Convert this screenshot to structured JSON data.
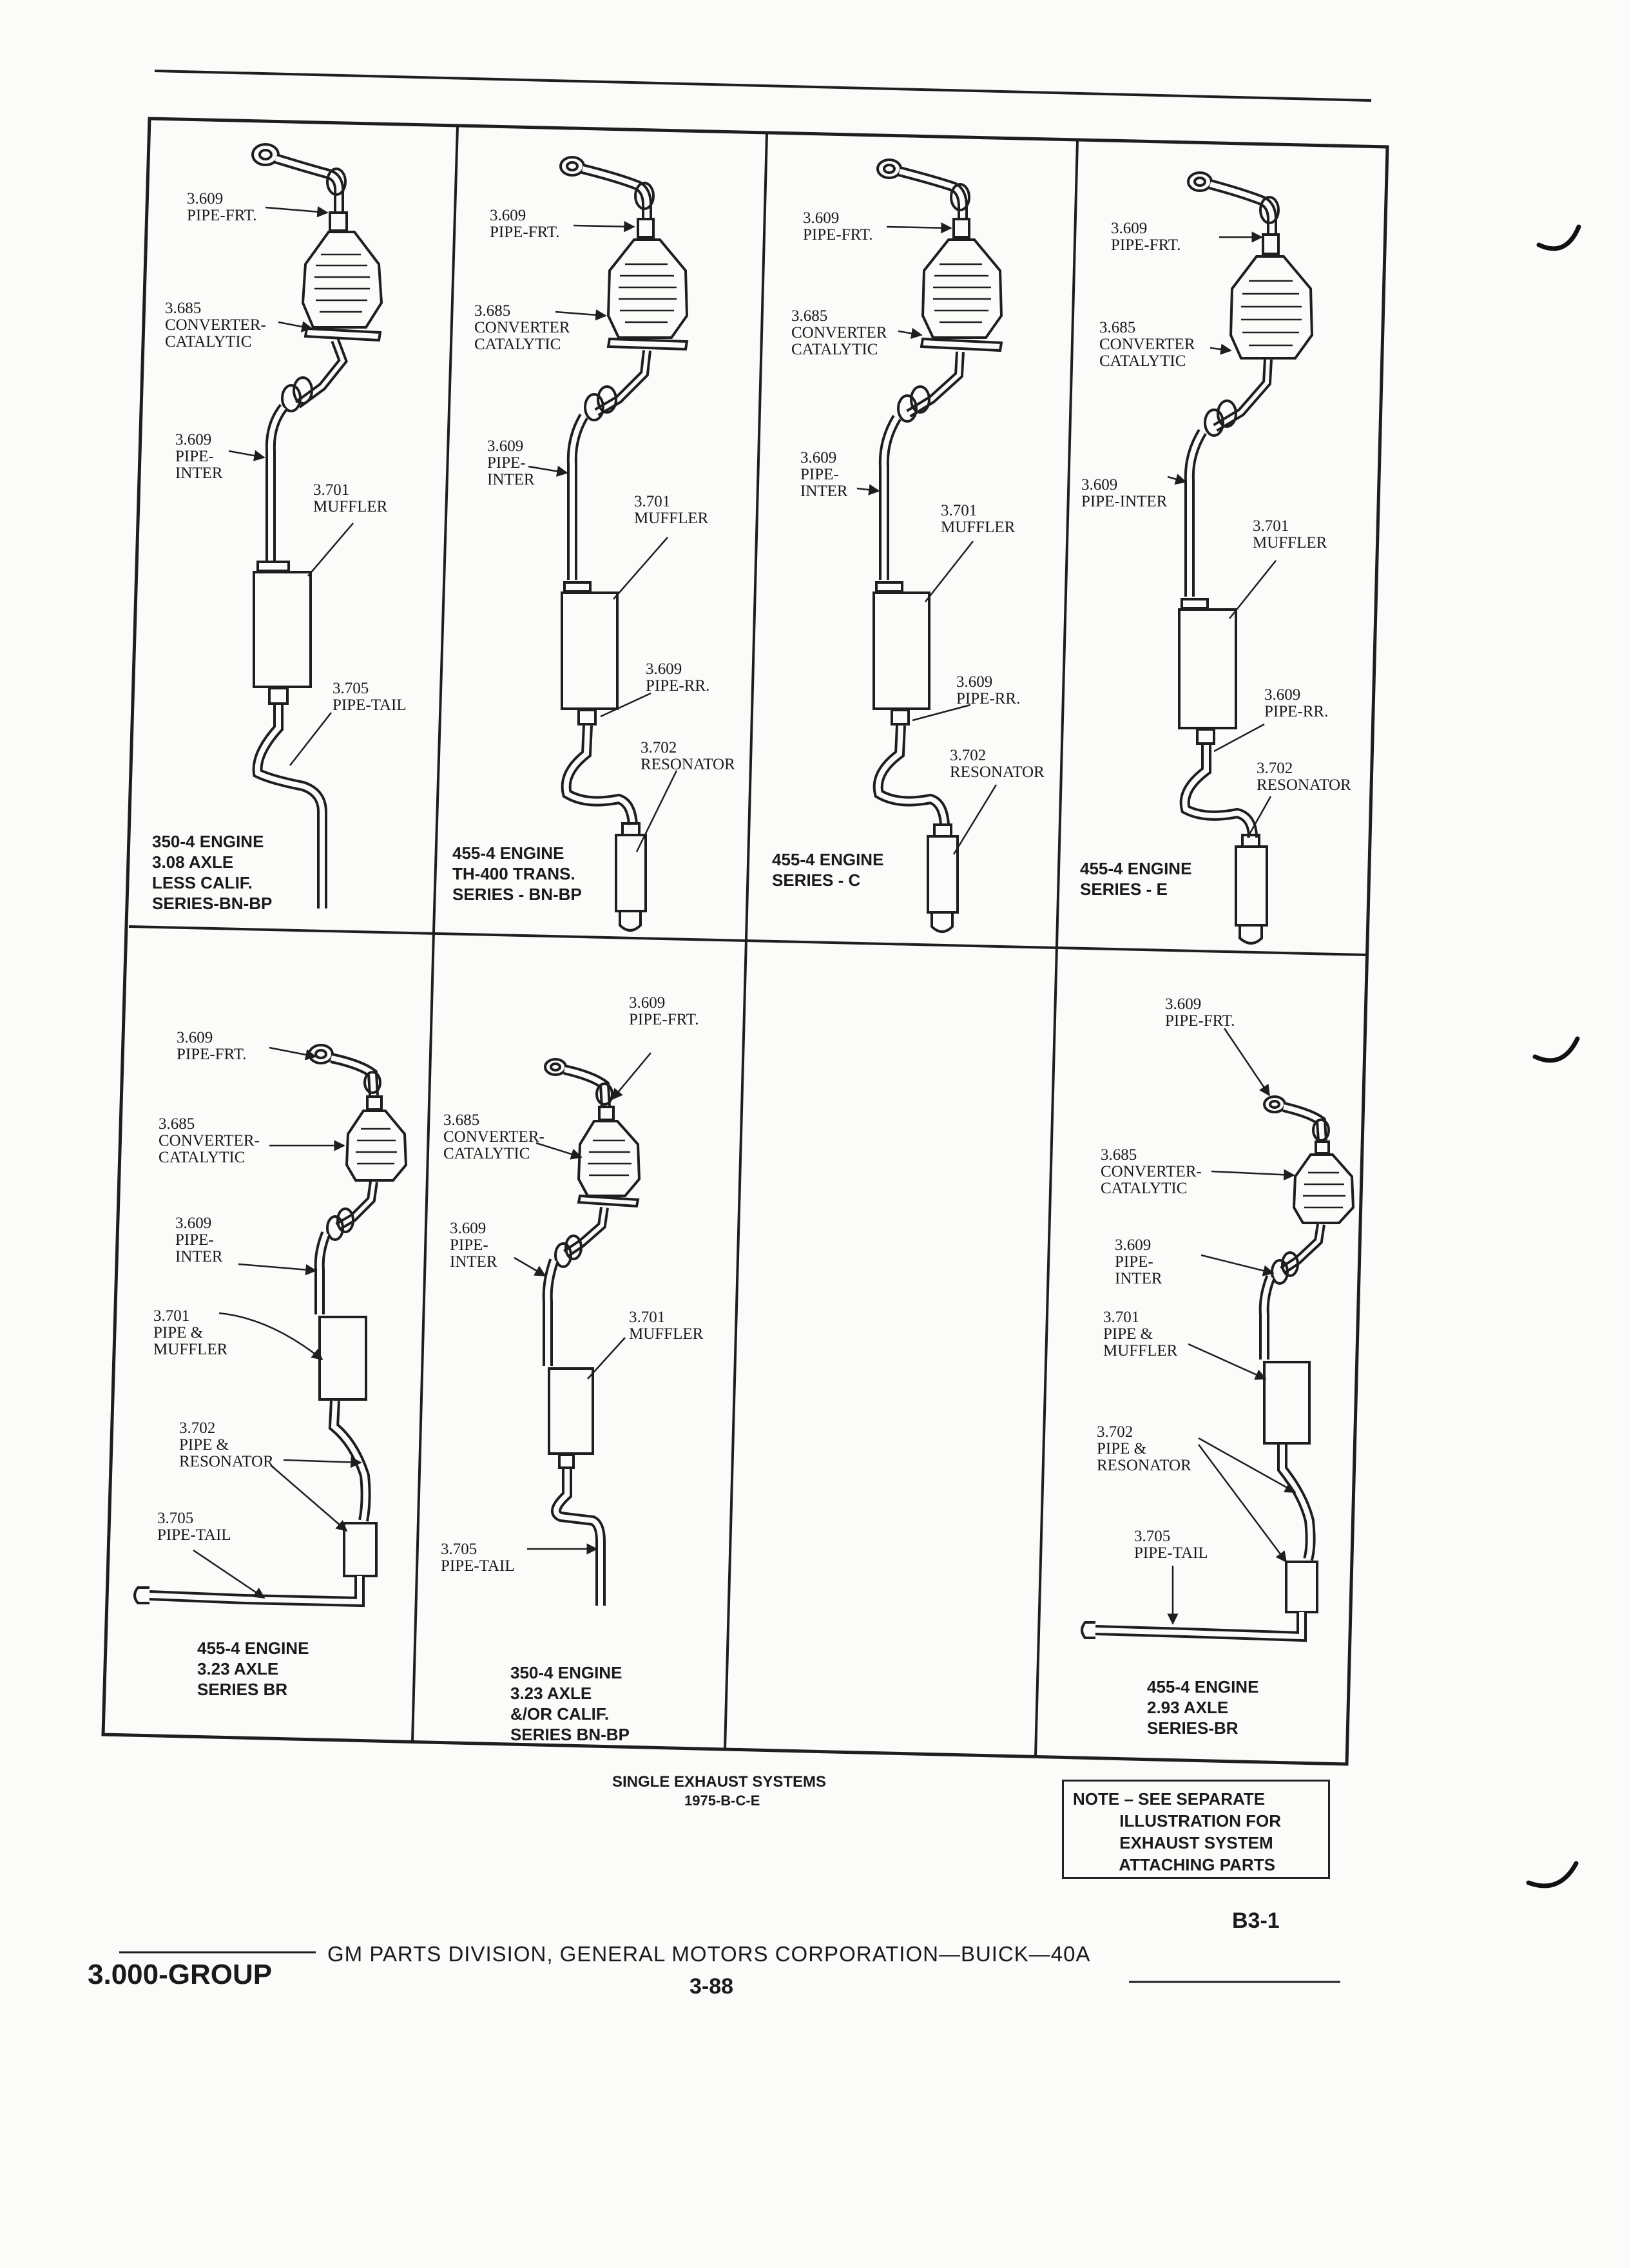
{
  "panels": [
    {
      "id": "p1",
      "labels": {
        "pipe_frt": "3.609\nPIPE-FRT.",
        "converter": "3.685\nCONVERTER-\nCATALYTIC",
        "pipe_inter": "3.609\nPIPE-\nINTER",
        "muffler": "3.701\nMUFFLER",
        "pipe_tail": "3.705\nPIPE-TAIL"
      },
      "caption": "350-4 ENGINE\n3.08 AXLE\nLESS CALIF.\nSERIES-BN-BP"
    },
    {
      "id": "p2",
      "labels": {
        "pipe_frt": "3.609\nPIPE-FRT.",
        "converter": "3.685\nCONVERTER\nCATALYTIC",
        "pipe_inter": "3.609\nPIPE-\nINTER",
        "muffler": "3.701\nMUFFLER",
        "pipe_rr": "3.609\nPIPE-RR.",
        "resonator": "3.702\nRESONATOR"
      },
      "caption": "455-4 ENGINE\nTH-400 TRANS.\nSERIES - BN-BP"
    },
    {
      "id": "p3",
      "labels": {
        "pipe_frt": "3.609\nPIPE-FRT.",
        "converter": "3.685\nCONVERTER\nCATALYTIC",
        "pipe_inter": "3.609\nPIPE-\nINTER",
        "muffler": "3.701\nMUFFLER",
        "pipe_rr": "3.609\nPIPE-RR.",
        "resonator": "3.702\nRESONATOR"
      },
      "caption": "455-4 ENGINE\nSERIES - C"
    },
    {
      "id": "p4",
      "labels": {
        "pipe_frt": "3.609\nPIPE-FRT.",
        "converter": "3.685\nCONVERTER\nCATALYTIC",
        "pipe_inter": "3.609\nPIPE-INTER",
        "muffler": "3.701\nMUFFLER",
        "pipe_rr": "3.609\nPIPE-RR.",
        "resonator": "3.702\nRESONATOR"
      },
      "caption": "455-4 ENGINE\nSERIES - E"
    },
    {
      "id": "p5",
      "labels": {
        "pipe_frt": "3.609\nPIPE-FRT.",
        "converter": "3.685\nCONVERTER-\nCATALYTIC",
        "pipe_inter": "3.609\nPIPE-\nINTER",
        "muffler": "3.701\nPIPE &\nMUFFLER",
        "resonator": "3.702\nPIPE &\nRESONATOR",
        "pipe_tail": "3.705\nPIPE-TAIL"
      },
      "caption": "455-4 ENGINE\n3.23 AXLE\nSERIES BR"
    },
    {
      "id": "p6",
      "labels": {
        "pipe_frt": "3.609\nPIPE-FRT.",
        "converter": "3.685\nCONVERTER-\nCATALYTIC",
        "pipe_inter": "3.609\nPIPE-\nINTER",
        "muffler": "3.701\nMUFFLER",
        "pipe_tail": "3.705\nPIPE-TAIL"
      },
      "caption": "350-4 ENGINE\n3.23 AXLE\n&/OR CALIF.\nSERIES BN-BP"
    },
    {
      "id": "p8",
      "labels": {
        "pipe_frt": "3.609\nPIPE-FRT.",
        "converter": "3.685\nCONVERTER-\nCATALYTIC",
        "pipe_inter": "3.609\nPIPE-\nINTER",
        "muffler": "3.701\nPIPE &\nMUFFLER",
        "resonator": "3.702\nPIPE &\nRESONATOR",
        "pipe_tail": "3.705\nPIPE-TAIL"
      },
      "caption": "455-4 ENGINE\n2.93 AXLE\nSERIES-BR"
    }
  ],
  "figure_title": "SINGLE EXHAUST SYSTEMS",
  "figure_subtitle": "1975-B-C-E",
  "note": "NOTE – SEE SEPARATE\n          ILLUSTRATION FOR\n          EXHAUST SYSTEM\n          ATTACHING PARTS",
  "page_code": "B3-1",
  "footer": {
    "group": "3.000-GROUP",
    "division": "GM PARTS DIVISION, GENERAL MOTORS CORPORATION—BUICK—40A",
    "page_number": "3-88"
  }
}
